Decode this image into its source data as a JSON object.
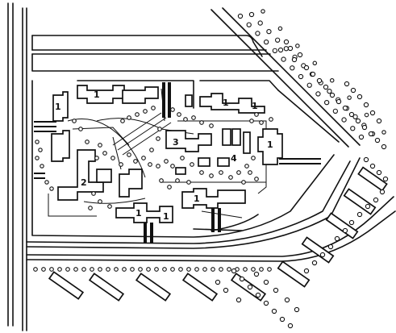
{
  "map": {
    "building_labels": {
      "residential": "1",
      "school": "2",
      "kindergarten": "3",
      "playground": "4"
    }
  }
}
